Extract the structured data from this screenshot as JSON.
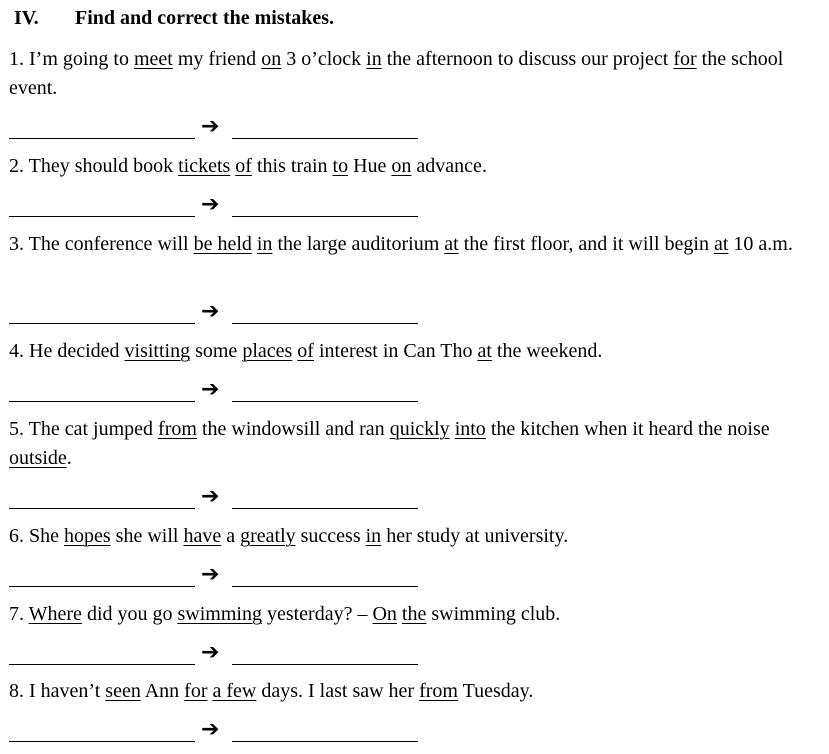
{
  "section": {
    "number": "IV.",
    "title": "Find and correct the mistakes."
  },
  "arrow_symbol": "➔",
  "questions": [
    {
      "segments": [
        {
          "t": "1. I’m going to ",
          "u": false
        },
        {
          "t": "meet",
          "u": true
        },
        {
          "t": " my friend ",
          "u": false
        },
        {
          "t": "on",
          "u": true
        },
        {
          "t": " 3 o’clock ",
          "u": false
        },
        {
          "t": "in",
          "u": true
        },
        {
          "t": " the afternoon to discuss our project ",
          "u": false
        },
        {
          "t": "for",
          "u": true
        },
        {
          "t": " the school event.",
          "u": false
        }
      ]
    },
    {
      "segments": [
        {
          "t": "2. They should book ",
          "u": false
        },
        {
          "t": "tickets",
          "u": true
        },
        {
          "t": " ",
          "u": false
        },
        {
          "t": "of",
          "u": true
        },
        {
          "t": " this train ",
          "u": false
        },
        {
          "t": "to",
          "u": true
        },
        {
          "t": " Hue ",
          "u": false
        },
        {
          "t": "on",
          "u": true
        },
        {
          "t": " advance.",
          "u": false
        }
      ]
    },
    {
      "segments": [
        {
          "t": "3. The conference will ",
          "u": false
        },
        {
          "t": "be held",
          "u": true
        },
        {
          "t": " ",
          "u": false
        },
        {
          "t": "in",
          "u": true
        },
        {
          "t": " the large auditorium ",
          "u": false
        },
        {
          "t": "at",
          "u": true
        },
        {
          "t": " the first floor, and it will begin ",
          "u": false
        },
        {
          "t": "at",
          "u": true
        },
        {
          "t": " 10 a.m.",
          "u": false
        }
      ]
    },
    {
      "segments": [
        {
          "t": "4. He decided ",
          "u": false
        },
        {
          "t": "visitting",
          "u": true
        },
        {
          "t": " some ",
          "u": false
        },
        {
          "t": "places",
          "u": true
        },
        {
          "t": " ",
          "u": false
        },
        {
          "t": "of",
          "u": true
        },
        {
          "t": " interest in Can Tho ",
          "u": false
        },
        {
          "t": "at",
          "u": true
        },
        {
          "t": " the weekend.",
          "u": false
        }
      ]
    },
    {
      "segments": [
        {
          "t": "5. The cat jumped ",
          "u": false
        },
        {
          "t": "from",
          "u": true
        },
        {
          "t": " the windowsill and ran ",
          "u": false
        },
        {
          "t": "quickly",
          "u": true
        },
        {
          "t": " ",
          "u": false
        },
        {
          "t": "into",
          "u": true
        },
        {
          "t": " the kitchen when it heard the noise ",
          "u": false
        },
        {
          "t": "outside",
          "u": true
        },
        {
          "t": ".",
          "u": false
        }
      ]
    },
    {
      "segments": [
        {
          "t": "6. She ",
          "u": false
        },
        {
          "t": "hopes",
          "u": true
        },
        {
          "t": " she will ",
          "u": false
        },
        {
          "t": "have",
          "u": true
        },
        {
          "t": " a ",
          "u": false
        },
        {
          "t": "greatly",
          "u": true
        },
        {
          "t": " success ",
          "u": false
        },
        {
          "t": "in",
          "u": true
        },
        {
          "t": " her study at university.",
          "u": false
        }
      ]
    },
    {
      "segments": [
        {
          "t": "7. ",
          "u": false
        },
        {
          "t": "Where",
          "u": true
        },
        {
          "t": " did you go ",
          "u": false
        },
        {
          "t": "swimming",
          "u": true
        },
        {
          "t": " yesterday? – ",
          "u": false
        },
        {
          "t": "On",
          "u": true
        },
        {
          "t": " ",
          "u": false
        },
        {
          "t": "the",
          "u": true
        },
        {
          "t": " swimming club.",
          "u": false
        }
      ]
    },
    {
      "segments": [
        {
          "t": "8. I haven’t ",
          "u": false
        },
        {
          "t": "seen",
          "u": true
        },
        {
          "t": " Ann ",
          "u": false
        },
        {
          "t": "for",
          "u": true
        },
        {
          "t": " ",
          "u": false
        },
        {
          "t": "a few",
          "u": true
        },
        {
          "t": " days. I last saw her ",
          "u": false
        },
        {
          "t": "from",
          "u": true
        },
        {
          "t": " Tuesday.",
          "u": false
        }
      ]
    }
  ]
}
